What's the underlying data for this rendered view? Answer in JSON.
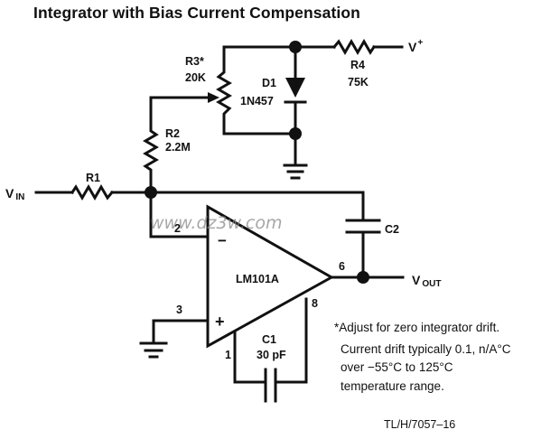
{
  "title": "Integrator with Bias Current Compensation",
  "components": {
    "r1": {
      "ref": "R1",
      "value": ""
    },
    "r2": {
      "ref": "R2",
      "value": "2.2M"
    },
    "r3": {
      "ref": "R3*",
      "value": "20K"
    },
    "r4": {
      "ref": "R4",
      "value": "75K"
    },
    "d1": {
      "ref": "D1",
      "value": "1N457"
    },
    "c1": {
      "ref": "C1",
      "value": "30 pF"
    },
    "c2": {
      "ref": "C2",
      "value": ""
    },
    "opamp": {
      "ref": "LM101A",
      "minus": "−",
      "plus": "+"
    }
  },
  "pins": {
    "inverting": "2",
    "noninverting": "3",
    "output": "6",
    "comp1": "1",
    "comp8": "8"
  },
  "nets": {
    "vin": {
      "main": "V",
      "sub": "IN"
    },
    "vout": {
      "main": "V",
      "sub": "OUT"
    },
    "vplus": {
      "main": "V",
      "sup": "+"
    }
  },
  "notes": [
    "*Adjust for zero integrator drift.",
    "Current drift typically 0.1, n/A°C",
    "over −55°C to 125°C",
    "temperature range."
  ],
  "figure_id": "TL/H/7057–16",
  "watermark": "www.dz3w.com"
}
